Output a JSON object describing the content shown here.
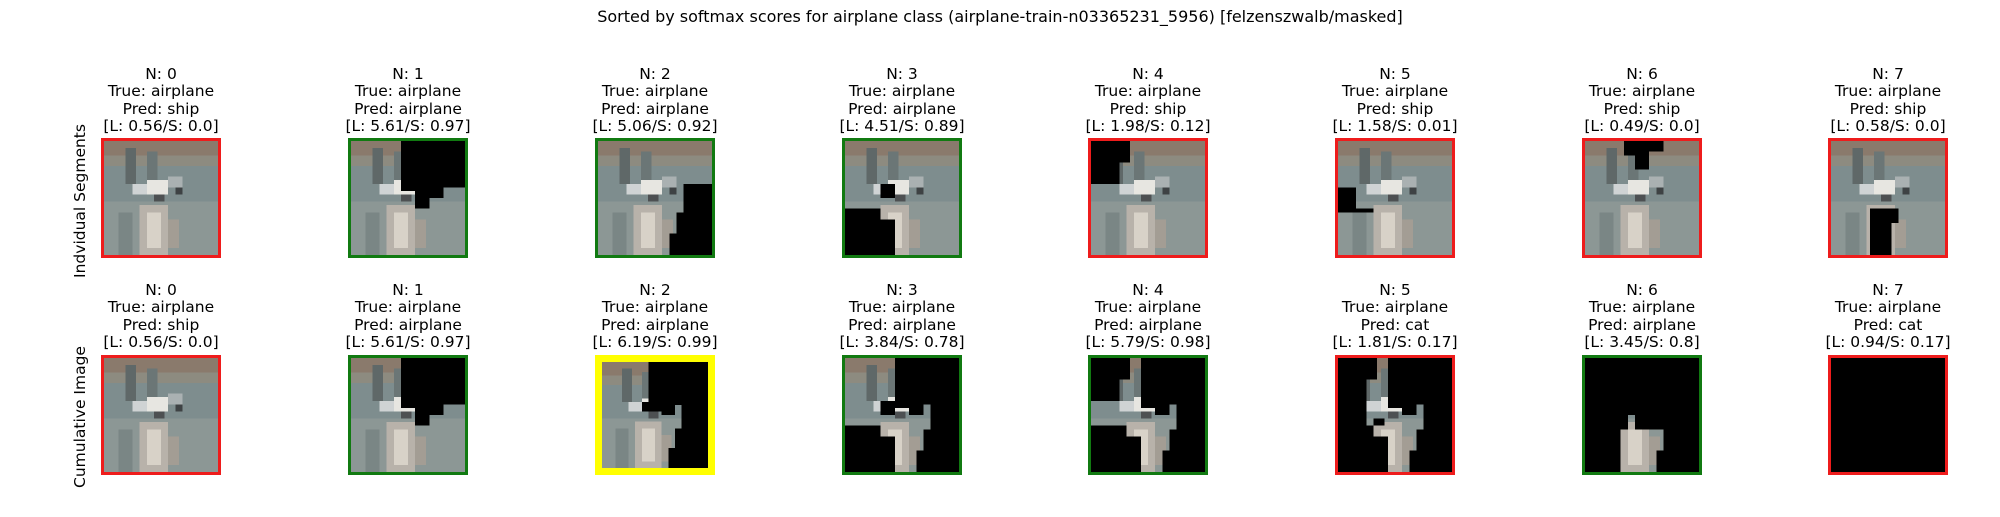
{
  "title": "Sorted by softmax scores for airplane class (airplane-train-n03365231_5956) [felzenszwalb/masked]",
  "row_labels": [
    "Indvidual Segments",
    "Cumulative Image"
  ],
  "colors": {
    "red": "#ee1c1c",
    "green": "#117a11",
    "yellow": "#ffff00",
    "black": "#000000"
  },
  "rows": [
    {
      "panels": [
        {
          "n": "N: 0",
          "true": "True: airplane",
          "pred": "Pred: ship",
          "scores": "[L: 0.56/S: 0.0]",
          "border": "red",
          "mask": "none"
        },
        {
          "n": "N: 1",
          "true": "True: airplane",
          "pred": "Pred: airplane",
          "scores": "[L: 5.61/S: 0.97]",
          "border": "green",
          "mask": "top-right"
        },
        {
          "n": "N: 2",
          "true": "True: airplane",
          "pred": "Pred: airplane",
          "scores": "[L: 5.06/S: 0.92]",
          "border": "green",
          "mask": "right-bottom"
        },
        {
          "n": "N: 3",
          "true": "True: airplane",
          "pred": "Pred: airplane",
          "scores": "[L: 4.51/S: 0.89]",
          "border": "green",
          "mask": "bottom-left"
        },
        {
          "n": "N: 4",
          "true": "True: airplane",
          "pred": "Pred: ship",
          "scores": "[L: 1.98/S: 0.12]",
          "border": "red",
          "mask": "top-left"
        },
        {
          "n": "N: 5",
          "true": "True: airplane",
          "pred": "Pred: ship",
          "scores": "[L: 1.58/S: 0.01]",
          "border": "red",
          "mask": "mid-left"
        },
        {
          "n": "N: 6",
          "true": "True: airplane",
          "pred": "Pred: ship",
          "scores": "[L: 0.49/S: 0.0]",
          "border": "red",
          "mask": "top-center"
        },
        {
          "n": "N: 7",
          "true": "True: airplane",
          "pred": "Pred: ship",
          "scores": "[L: 0.58/S: 0.0]",
          "border": "red",
          "mask": "bottom-center"
        }
      ]
    },
    {
      "panels": [
        {
          "n": "N: 0",
          "true": "True: airplane",
          "pred": "Pred: ship",
          "scores": "[L: 0.56/S: 0.0]",
          "border": "red",
          "mask": "none"
        },
        {
          "n": "N: 1",
          "true": "True: airplane",
          "pred": "Pred: airplane",
          "scores": "[L: 5.61/S: 0.97]",
          "border": "green",
          "mask": "top-right"
        },
        {
          "n": "N: 2",
          "true": "True: airplane",
          "pred": "Pred: airplane",
          "scores": "[L: 6.19/S: 0.99]",
          "border": "yellow",
          "mask": "cum-2"
        },
        {
          "n": "N: 3",
          "true": "True: airplane",
          "pred": "Pred: airplane",
          "scores": "[L: 3.84/S: 0.78]",
          "border": "green",
          "mask": "cum-3"
        },
        {
          "n": "N: 4",
          "true": "True: airplane",
          "pred": "Pred: airplane",
          "scores": "[L: 5.79/S: 0.98]",
          "border": "green",
          "mask": "cum-4"
        },
        {
          "n": "N: 5",
          "true": "True: airplane",
          "pred": "Pred: cat",
          "scores": "[L: 1.81/S: 0.17]",
          "border": "red",
          "mask": "cum-5"
        },
        {
          "n": "N: 6",
          "true": "True: airplane",
          "pred": "Pred: airplane",
          "scores": "[L: 3.45/S: 0.8]",
          "border": "green",
          "mask": "cum-6"
        },
        {
          "n": "N: 7",
          "true": "True: airplane",
          "pred": "Pred: cat",
          "scores": "[L: 0.94/S: 0.17]",
          "border": "red",
          "mask": "all"
        }
      ]
    }
  ]
}
